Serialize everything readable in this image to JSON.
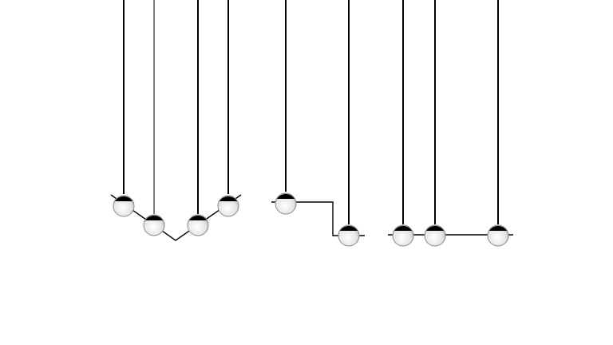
{
  "scene": {
    "panels": [
      {
        "id": "v-groove",
        "ball_count": 4
      },
      {
        "id": "step",
        "ball_count": 2
      },
      {
        "id": "flat",
        "ball_count": 3
      }
    ]
  },
  "colors": {
    "line": "#000000",
    "ball_highlight": "#ffffff",
    "ball_shade": "#bdbdbd",
    "ball_outline": "#8a8a8a",
    "background": "#ffffff"
  }
}
